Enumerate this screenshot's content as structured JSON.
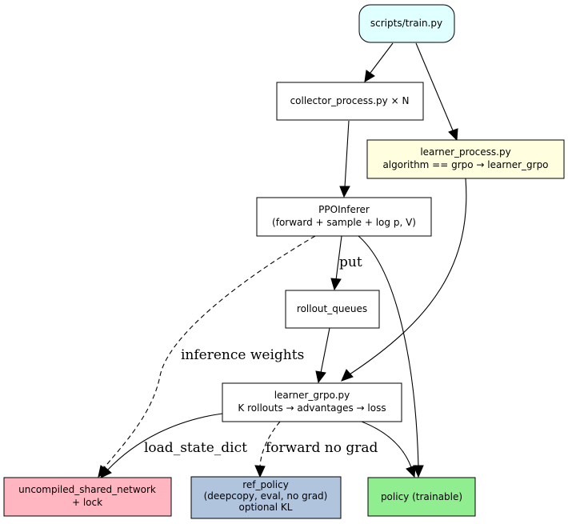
{
  "nodes": {
    "scripts_train": {
      "line1": "scripts/train.py",
      "fill": "#e0ffff"
    },
    "collector_process": {
      "line1": "collector_process.py × N",
      "fill": "#ffffff"
    },
    "learner_process": {
      "line1": "learner_process.py",
      "line2": "algorithm == grpo → learner_grpo",
      "fill": "#ffffe0"
    },
    "ppo_inferer": {
      "line1": "PPOInferer",
      "line2": "(forward + sample + log p, V)",
      "fill": "#ffffff"
    },
    "rollout_queues": {
      "line1": "rollout_queues",
      "fill": "#ffffff"
    },
    "learner_grpo": {
      "line1": "learner_grpo.py",
      "line2": "K rollouts → advantages → loss",
      "fill": "#ffffff"
    },
    "uncompiled_shared_network": {
      "line1": "uncompiled_shared_network",
      "line2": "+ lock",
      "fill": "#ffb6c1"
    },
    "ref_policy": {
      "line1": "ref_policy",
      "line2": "(deepcopy, eval, no grad)",
      "line3": "optional KL",
      "fill": "#b0c4de"
    },
    "policy_trainable": {
      "line1": "policy (trainable)",
      "fill": "#90ee90"
    }
  },
  "edge_labels": {
    "put": "put",
    "inference_weights": "inference weights",
    "load_state_dict": "load_state_dict",
    "forward_no_grad": "forward no grad"
  }
}
